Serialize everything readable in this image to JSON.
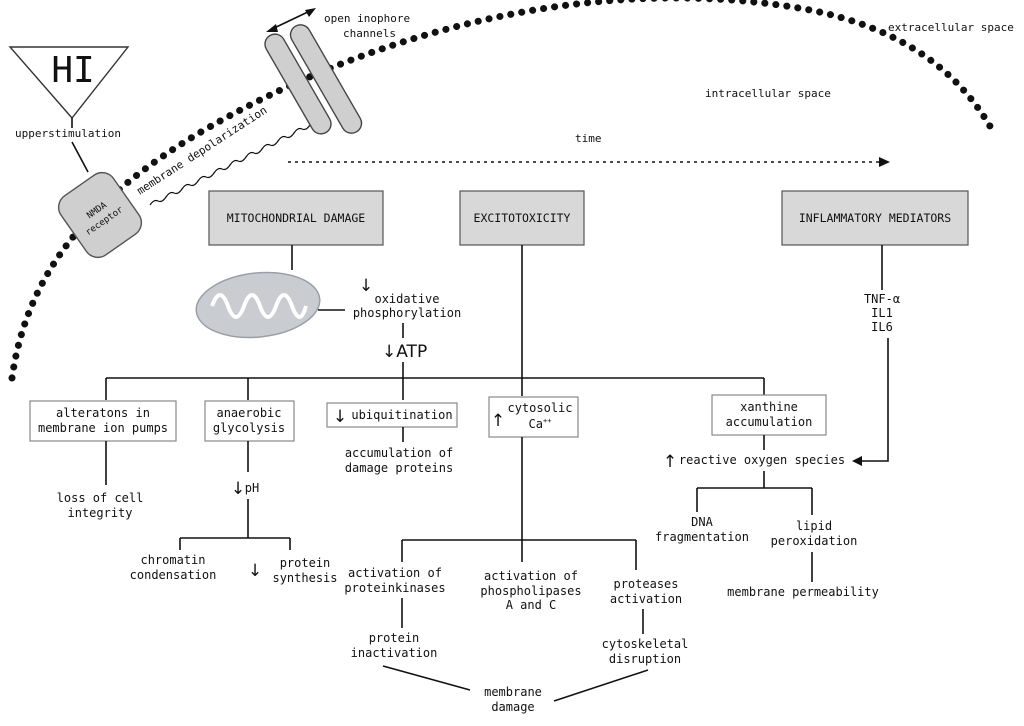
{
  "regions": {
    "extracellular": "extracellular space",
    "intracellular": "intracellular space",
    "time": "time"
  },
  "hi_label": "HI",
  "overstimulation": "upperstimulation",
  "nmda": {
    "line1": "NMDA",
    "line2": "receptor"
  },
  "channels": {
    "line1": "open inophore",
    "line2": "channels"
  },
  "depolarization": "membrane depolarization",
  "headers": {
    "mito": "MITOCHONDRIAL DAMAGE",
    "excito": "EXCITOTOXICITY",
    "inflam": "INFLAMMATORY MEDIATORS"
  },
  "oxphos": {
    "line1": "oxidative",
    "line2": "phosphorylation"
  },
  "atp": "ATP",
  "mediators": [
    "TNF-α",
    "IL1",
    "IL6"
  ],
  "boxes": {
    "pumps": {
      "line1": "alteratons in",
      "line2": "membrane ion pumps"
    },
    "glyco": {
      "line1": "anaerobic",
      "line2": "glycolysis"
    },
    "ubiq": "ubiquitination",
    "ca": {
      "line1": "cytosolic",
      "line2": "Ca",
      "sup": "++"
    },
    "xanth": {
      "line1": "xanthine",
      "line2": "accumulation"
    }
  },
  "outcomes": {
    "integrity": {
      "line1": "loss of cell",
      "line2": "integrity"
    },
    "ph": "pH",
    "chromatin": {
      "line1": "chromatin",
      "line2": "condensation"
    },
    "protsyn": {
      "line1": "protein",
      "line2": "synthesis"
    },
    "accum": {
      "line1": "accumulation of",
      "line2": "damage proteins"
    },
    "ros": "reactive oxygen species",
    "dna": {
      "line1": "DNA",
      "line2": "fragmentation"
    },
    "lipid": {
      "line1": "lipid",
      "line2": "peroxidation"
    },
    "permeability": "membrane permeability",
    "kinases": {
      "line1": "activation of",
      "line2": "proteinkinases"
    },
    "phospho": {
      "line1": "activation of",
      "line2": "phospholipases",
      "line3": "A and C"
    },
    "proteases": {
      "line1": "proteases",
      "line2": "activation"
    },
    "inactivation": {
      "line1": "protein",
      "line2": "inactivation"
    },
    "cytoskeletal": {
      "line1": "cytoskeletal",
      "line2": "disruption"
    },
    "damage": {
      "line1": "membrane",
      "line2": "damage"
    }
  },
  "arrows": {
    "up": "↑",
    "down": "↓"
  }
}
